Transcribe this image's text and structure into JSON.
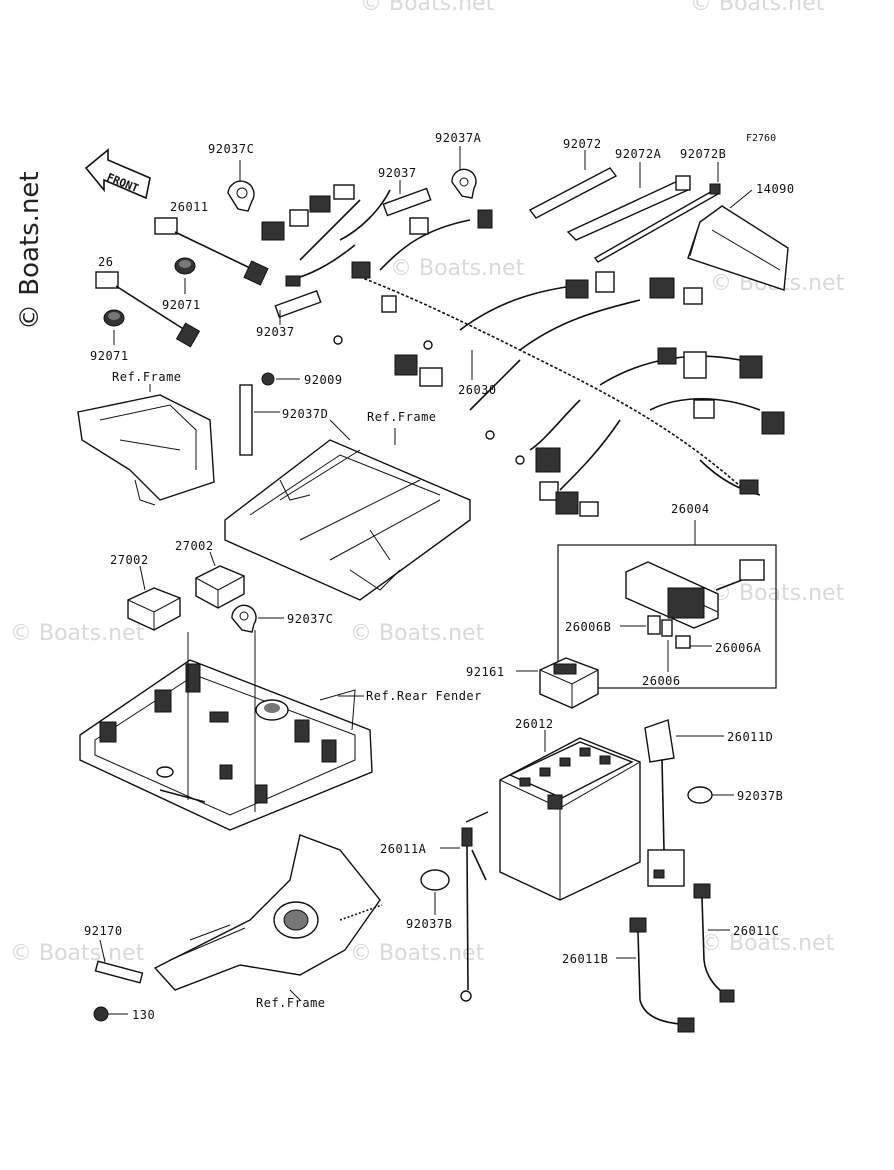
{
  "figure_code": "F2760",
  "front_label": "FRONT",
  "watermarks": {
    "side": "© Boats.net",
    "repeated": "© Boats.net"
  },
  "parts": {
    "p92037C_top": "92037C",
    "p92037A": "92037A",
    "p92072": "92072",
    "p92072A": "92072A",
    "p92072B": "92072B",
    "p92037_top": "92037",
    "p14090": "14090",
    "p26011": "26011",
    "p26011_partial": "26",
    "p92071_a": "92071",
    "p92071_b": "92071",
    "p92037_mid": "92037",
    "p26030": "26030",
    "p92009": "92009",
    "p92037D": "92037D",
    "p26004": "26004",
    "p27002_a": "27002",
    "p27002_b": "27002",
    "p92037C_mid": "92037C",
    "p26006B": "26006B",
    "p26006A": "26006A",
    "p26006": "26006",
    "p92161": "92161",
    "p26012": "26012",
    "p26011D": "26011D",
    "p92037B_right": "92037B",
    "p26011A": "26011A",
    "p92037B_left": "92037B",
    "p26011C": "26011C",
    "p26011B": "26011B",
    "p92170": "92170",
    "p130": "130"
  },
  "refs": {
    "frame_1": "Ref.Frame",
    "frame_2": "Ref.Frame",
    "rear_fender": "Ref.Rear Fender",
    "frame_3": "Ref.Frame"
  }
}
